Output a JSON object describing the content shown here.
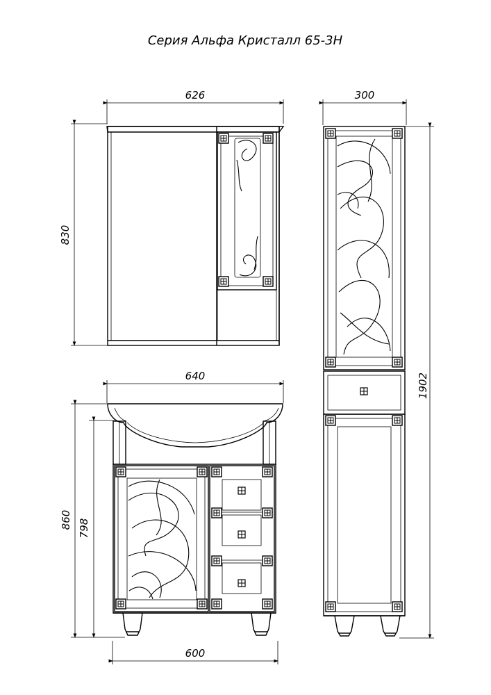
{
  "title": "Серия Альфа Кристалл 65-3Н",
  "dimensions": {
    "mirror_width": "626",
    "mirror_height": "830",
    "column_width": "300",
    "column_height": "1902",
    "sink_width": "640",
    "cabinet_height_total": "860",
    "cabinet_height_body": "798",
    "cabinet_width": "600"
  }
}
